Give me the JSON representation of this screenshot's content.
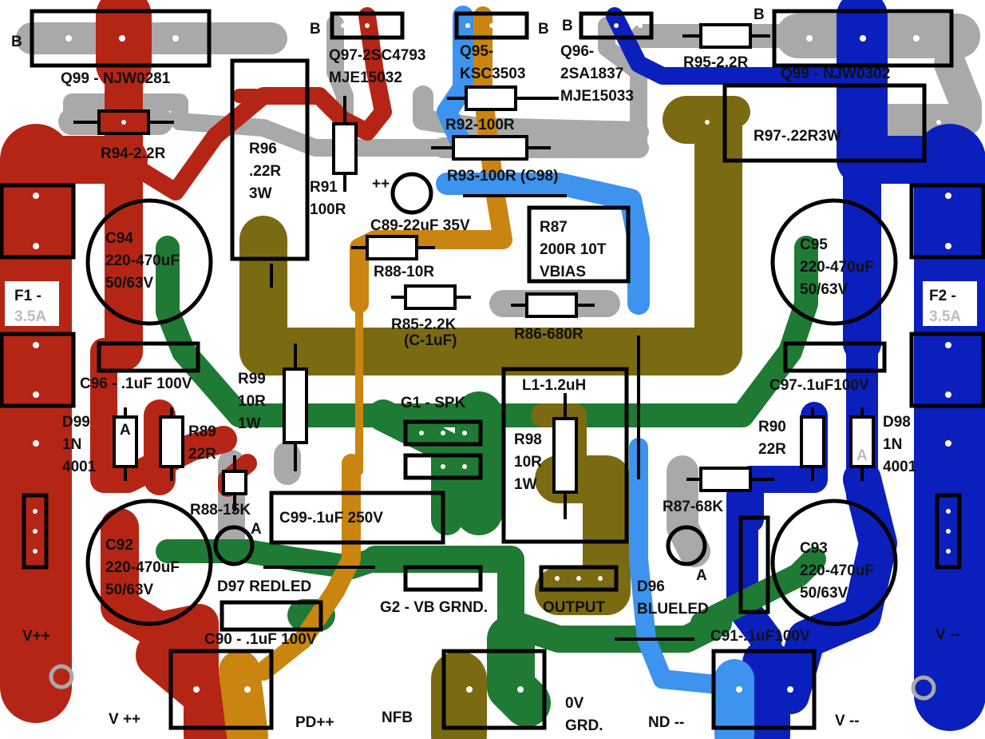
{
  "colors": {
    "red_trace": "#b52515",
    "blue_trace": "#0b1fbd",
    "green_trace": "#1f7a34",
    "olive_trace": "#7a6a12",
    "orange_trace": "#c98510",
    "light_blue_trace": "#3d93ee",
    "grey_trace": "#a9a9a9",
    "outline": "#000000",
    "label": "#111111",
    "highlight_label": "#bdbdbd"
  },
  "labels": {
    "b1": "B",
    "b2": "B",
    "b3": "B",
    "b4": "B",
    "b5": "B",
    "q99_left_prefix": "Q99 - ",
    "q99_left_part": "NJW0281",
    "q97_line1": "Q97-2SC4793",
    "q97_line2": "MJE15032",
    "q95_line1": "Q95-",
    "q95_line2": "KSC3503",
    "q96_line1": "Q96-",
    "q96_line2": "2SA1837",
    "q96_line3": "MJE15033",
    "r95": "R95-2.2R",
    "q99_right_prefix": "Q99 - ",
    "q99_right_part": "NJW0302",
    "r94_prefix": "R94",
    "r94_value": "-2.2R",
    "r96_line1": "R96",
    "r96_line2": ".22R",
    "r96_line3": "3W",
    "r91_line1": "R91",
    "r91_line2": "100R",
    "r92": "R92-100R",
    "r93": "R93-100R (C98)",
    "r97_value": "R97-.22R",
    "r97_watt": "3W",
    "plus_plus": "++",
    "c89": "C89-22uF 35V",
    "r87_line1": "R87",
    "r87_line2": "200R 10T",
    "r87_line3": "VBIAS",
    "r88": "R88-10R",
    "r85": "R85-2.2K",
    "r85_note": "(C-1uF)",
    "r86": "R86-680R",
    "c94_line1": "C94",
    "c94_line2": "220-470uF",
    "c94_line3": "50/63V",
    "c95_line1": "C95",
    "c95_line2a": "220-",
    "c95_line2b": "470uF",
    "c95_line3": "50/63V",
    "f1_line1": "F1 -",
    "f1_line2": "3.5A",
    "f2_line1": "F2 -",
    "f2_line2": "3.5A",
    "c96": "C96 - .1uF 100V",
    "c97_value": "C97-.1uF",
    "c97_volt": "100V",
    "r99_line1": "R99",
    "r99_line2": "10R",
    "r99_line3": "1W",
    "g1": "G1 - SPK",
    "l1": "L1-1.2uH",
    "r98_line1": "R98",
    "r98_line2": "10R",
    "r98_line3": "1W",
    "d99_line1": "D99",
    "d99_line2": "1N",
    "d99_line3": "4001",
    "d99_a": "A",
    "r89_line1": "R89",
    "r89_line2": "22R",
    "r90_line1": "R90",
    "r90_line2": "22R",
    "d98_line1": "D98",
    "d98_line2": "1N",
    "d98_line3": "4001",
    "d98_a": "A",
    "r88_15k": "R88-15K",
    "a_d97": "A",
    "c99": "C99-.1uF 250V",
    "r87_68k": "R87-68K",
    "c92_line1": "C92",
    "c92_line2": "220-470uF",
    "c92_line3": "50/63V",
    "d97": "D97 REDLED",
    "g2": "G2 - VB GRND.",
    "output": "OUTPUT",
    "d96_line1": "D96",
    "d96_line2": "BLUELED",
    "a_d96": "A",
    "c93_line1": "C93",
    "c93_line2a": "220-",
    "c93_line2b": "470uF",
    "c93_line3": "50/63V",
    "c90": "C90 - .1uF 100V",
    "c91_value": "C91-.1uF",
    "c91_volt": "100V",
    "vpp_left": "V++",
    "vmm_right": "V --",
    "vpp_bottom": "V ++",
    "pdpp": "PD++",
    "nfb": "NFB",
    "zero_v": "0V",
    "grd": "GRD.",
    "nd": "ND --",
    "vmm_bottom": "V --"
  }
}
